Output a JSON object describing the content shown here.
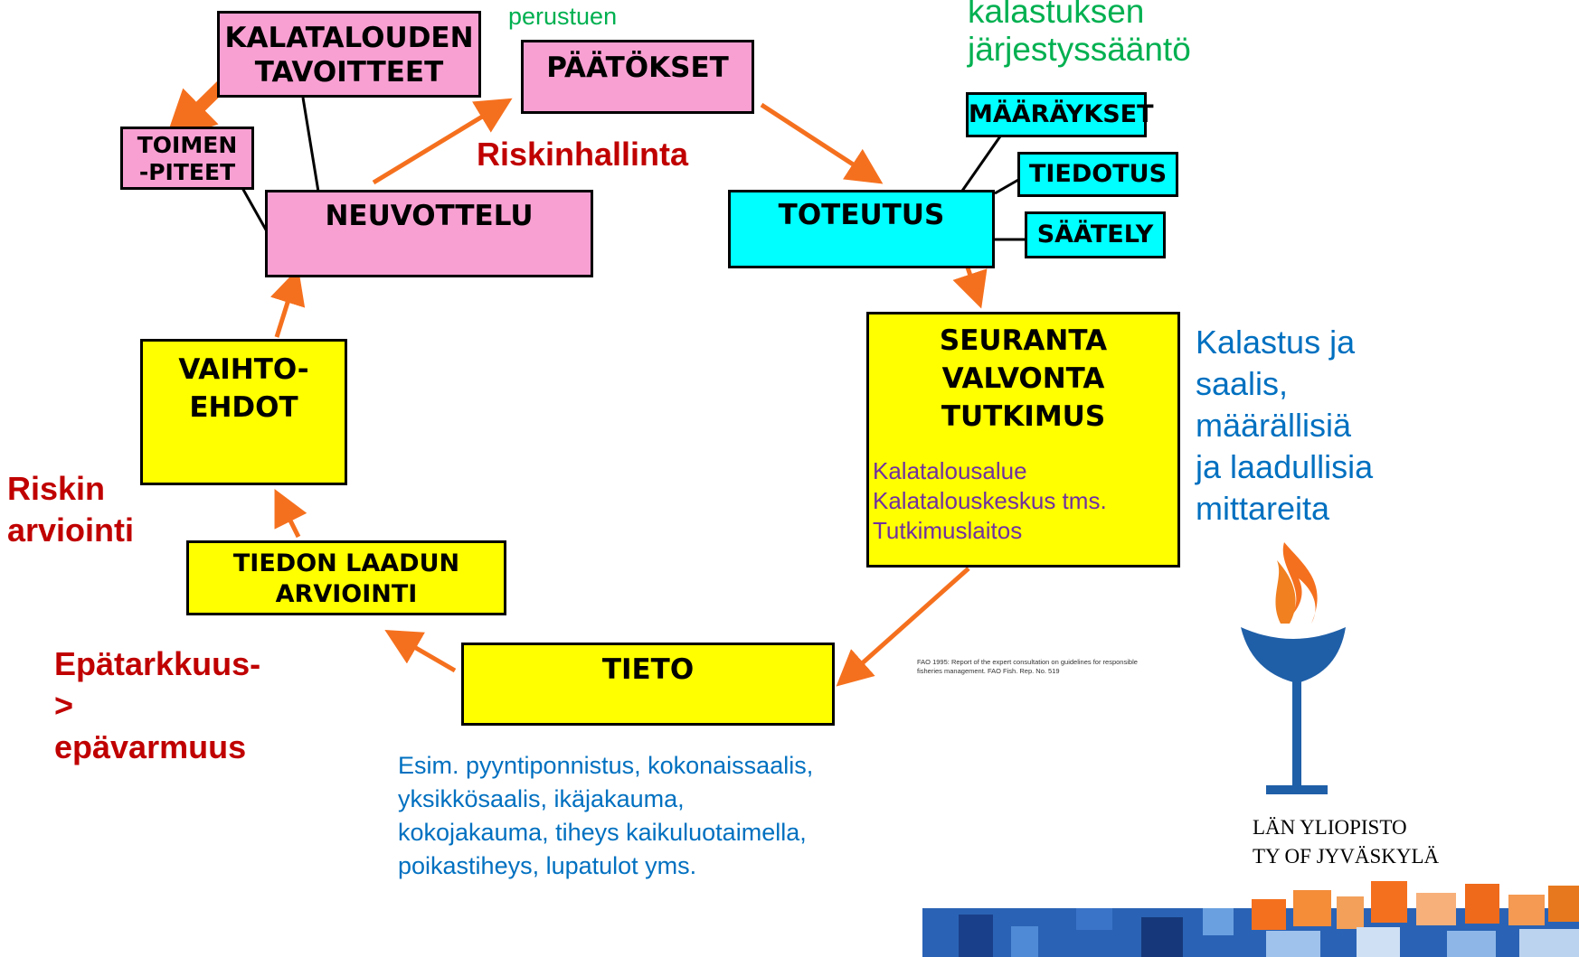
{
  "boxes": {
    "kalatalouden_tavoitteet": [
      "KALATALOUDEN",
      "TAVOITTEET"
    ],
    "toimenpiteet": [
      "TOIMEN",
      "-PITEET"
    ],
    "paatokset": "PÄÄTÖKSET",
    "neuvottelu": "NEUVOTTELU",
    "maaraykset": "MÄÄRÄYKSET",
    "tiedotus": "TIEDOTUS",
    "toteutus": "TOTEUTUS",
    "saately": "SÄÄTELY",
    "seuranta": [
      "SEURANTA",
      "VALVONTA",
      "TUTKIMUS"
    ],
    "seuranta_actors": [
      "Kalatalousalue",
      "Kalatalouskeskus tms.",
      "Tutkimuslaitos"
    ],
    "vaihtoehdot": [
      "VAIHTO-",
      "EHDOT"
    ],
    "tiedon_laadun": [
      "TIEDON LAADUN",
      "ARVIOINTI"
    ],
    "tieto": "TIETO"
  },
  "labels": {
    "perustuen": "perustuen",
    "kalastuksen_lines": [
      "kalastuksen",
      "järjestyssääntö"
    ],
    "riskinhallinta": "Riskinhallinta",
    "riskin_arviointi": [
      "Riskin",
      "arviointi"
    ],
    "epatarkkuus": [
      "Epätarkkuus-",
      ">",
      "epävarmuus"
    ],
    "kalastus_lines": [
      "Kalastus ja",
      "saalis,",
      "määrällisiä",
      "ja laadullisia",
      "mittareita"
    ],
    "tieto_examples": [
      "Esim. pyyntiponnistus, kokonaissaalis,",
      "yksikkösaalis, ikäjakauma,",
      "kokojakauma, tiheys kaikuluotaimella,",
      "poikastiheys, lupatulot yms."
    ],
    "fao_ref": [
      "FAO 1995: Report of the expert consultation on guidelines for responsible",
      "fisheries management. FAO Fish. Rep. No. 519"
    ],
    "university_lines": [
      "LÄN YLIOPISTO",
      "TY OF JYVÄSKYLÄ"
    ]
  },
  "colors": {
    "pink": "#f9a0d2",
    "cyan": "#00ffff",
    "yellow": "#ffff00",
    "arrow": "#f5701e",
    "green_text": "#00b050",
    "red_text": "#c00000",
    "blue_text": "#0070c0",
    "purple_text": "#7030a0"
  }
}
